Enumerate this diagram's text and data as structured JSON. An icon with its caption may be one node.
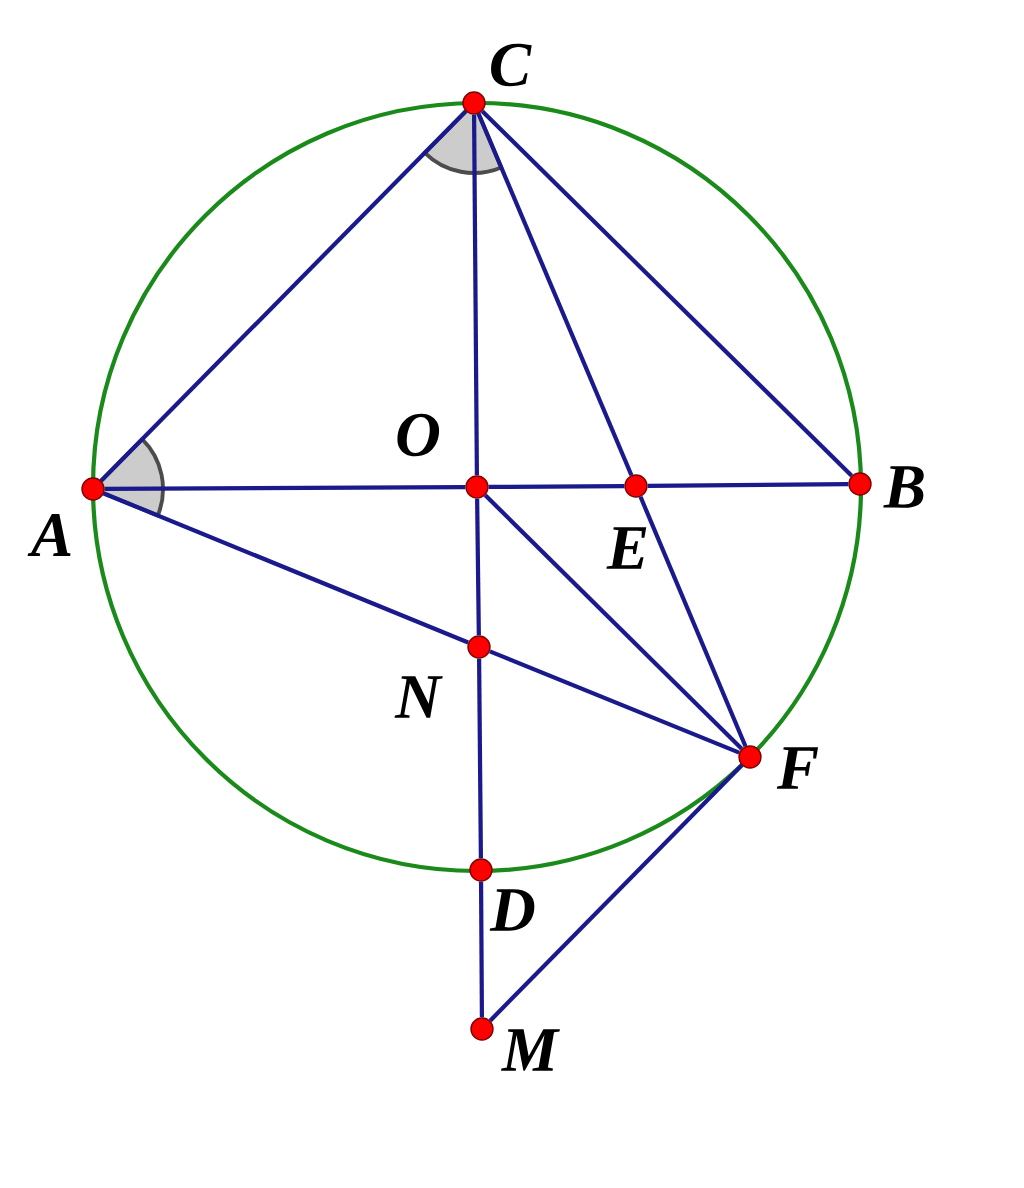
{
  "diagram": {
    "nodes": [
      {
        "text": [
          "C"
        ]
      },
      {
        "text": [
          "A"
        ]
      },
      {
        "text": [
          "O"
        ]
      },
      {
        "text": [
          "E"
        ]
      },
      {
        "text": [
          "B"
        ]
      },
      {
        "text": [
          "N"
        ]
      },
      {
        "text": [
          "F"
        ]
      },
      {
        "text": [
          "D"
        ]
      },
      {
        "text": [
          "M"
        ]
      }
    ],
    "edges": [
      {
        "from": 0,
        "to": 1,
        "arrow": "none"
      },
      {
        "from": 0,
        "to": 2,
        "arrow": "none"
      },
      {
        "from": 0,
        "to": 3,
        "arrow": "none"
      },
      {
        "from": 0,
        "to": 4,
        "arrow": "none"
      },
      {
        "from": 1,
        "to": 2,
        "arrow": "none"
      },
      {
        "from": 2,
        "to": 3,
        "arrow": "none"
      },
      {
        "from": 3,
        "to": 4,
        "arrow": "none"
      },
      {
        "from": 1,
        "to": 5,
        "arrow": "none"
      },
      {
        "from": 5,
        "to": 6,
        "arrow": "none"
      },
      {
        "from": 2,
        "to": 6,
        "arrow": "none"
      },
      {
        "from": 3,
        "to": 6,
        "arrow": "none"
      },
      {
        "from": 2,
        "to": 5,
        "arrow": "none"
      },
      {
        "from": 5,
        "to": 7,
        "arrow": "none"
      },
      {
        "from": 7,
        "to": 8,
        "arrow": "none"
      },
      {
        "from": 6,
        "to": 8,
        "arrow": "none"
      }
    ]
  }
}
